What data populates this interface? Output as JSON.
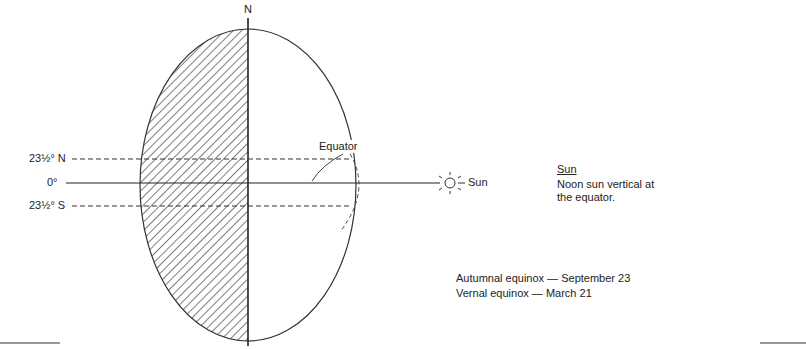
{
  "diagram": {
    "labels": [
      "N",
      "23½° N",
      "0°",
      "23½° S",
      "Equator",
      "Sun",
      "Sun",
      "Noon sun vertical at the equator.",
      "Autumnal equinox — September 23",
      "Vernal equinox — March 21"
    ]
  }
}
